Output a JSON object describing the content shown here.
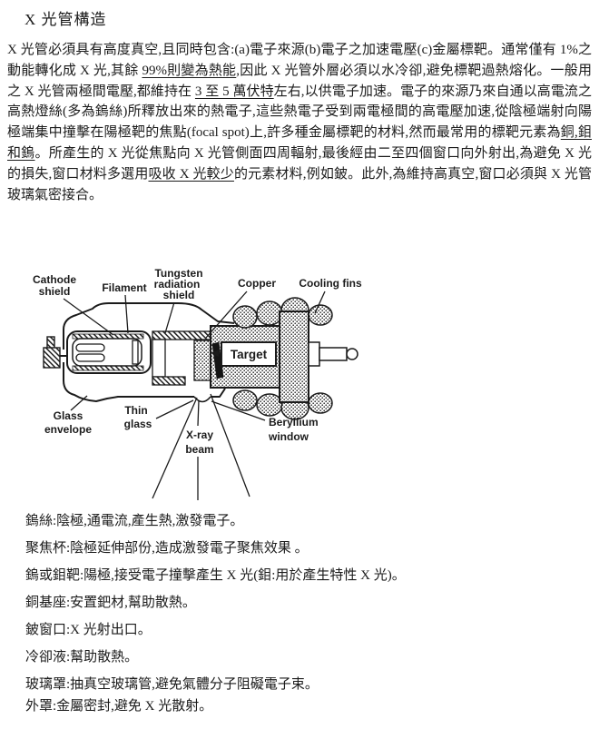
{
  "colors": {
    "ink": "#1b1b1b",
    "paper": "#ffffff"
  },
  "document": {
    "title": "X 光管構造",
    "paragraph_segments": [
      {
        "t": "X 光管必須具有高度真空,且同時包含:(a)電子來源(b)電子之加速電壓(c)金屬標靶。通常僅有 1%之動能轉化成 X 光,其餘 ",
        "u": false
      },
      {
        "t": "99%則變為熱能",
        "u": true
      },
      {
        "t": ",因此 X 光管外層必須以水冷卻,避免標靶過熱熔化。一般用之 X 光管兩極間電壓,都維持在 ",
        "u": false
      },
      {
        "t": "3 至 5 萬伏特",
        "u": true
      },
      {
        "t": "左右,以供電子加速。電子的來源乃來自通以高電流之高熱燈絲(多為鎢絲)所釋放出來的熱電子,這些熱電子受到兩電極間的高電壓加速,從陰極端射向陽極端集中撞擊在陽極靶的焦點(focal spot)上,許多種金屬標靶的材料,然而最常用的標靶元素為",
        "u": false
      },
      {
        "t": "銅,鉬和鎢",
        "u": true
      },
      {
        "t": "。所產生的 X 光從焦點向 X 光管側面四周輻射,最後經由二至四個窗口向外射出,為避免 X 光的損失,窗口材料多選用",
        "u": false
      },
      {
        "t": "吸收 X 光較少",
        "u": true
      },
      {
        "t": "的元素材料,例如鈹。此外,為維持高真空,窗口必須與 X 光管玻璃氣密接合。",
        "u": false
      }
    ],
    "definitions": [
      "鎢絲:陰極,通電流,產生熱,激發電子。",
      "聚焦杯:陰極延伸部份,造成激發電子聚焦效果 。",
      "鎢或鉬靶:陽極,接受電子撞擊產生 X 光(鉬:用於產生特性 X 光)。",
      "銅基座:安置鈀材,幫助散熱。",
      "鈹窗口:X 光射出口。",
      "冷卻液:幫助散熱。",
      "玻璃罩:抽真空玻璃管,避免氣體分子阻礙電子束。",
      "外罩:金屬密封,避免 X 光散射。"
    ]
  },
  "diagram": {
    "labels": {
      "cathode_shield": [
        "Cathode",
        "shield"
      ],
      "filament": [
        "Filament"
      ],
      "tungsten_radiation_shield": [
        "Tungsten",
        "radiation",
        "shield"
      ],
      "copper": [
        "Copper"
      ],
      "cooling_fins": [
        "Cooling fins"
      ],
      "target": [
        "Target"
      ],
      "glass_envelope": [
        "Glass",
        "envelope"
      ],
      "thin_glass": [
        "Thin",
        "glass"
      ],
      "xray_beam": [
        "X-ray",
        "beam"
      ],
      "beryllium_window": [
        "Beryllium",
        "window"
      ]
    }
  }
}
